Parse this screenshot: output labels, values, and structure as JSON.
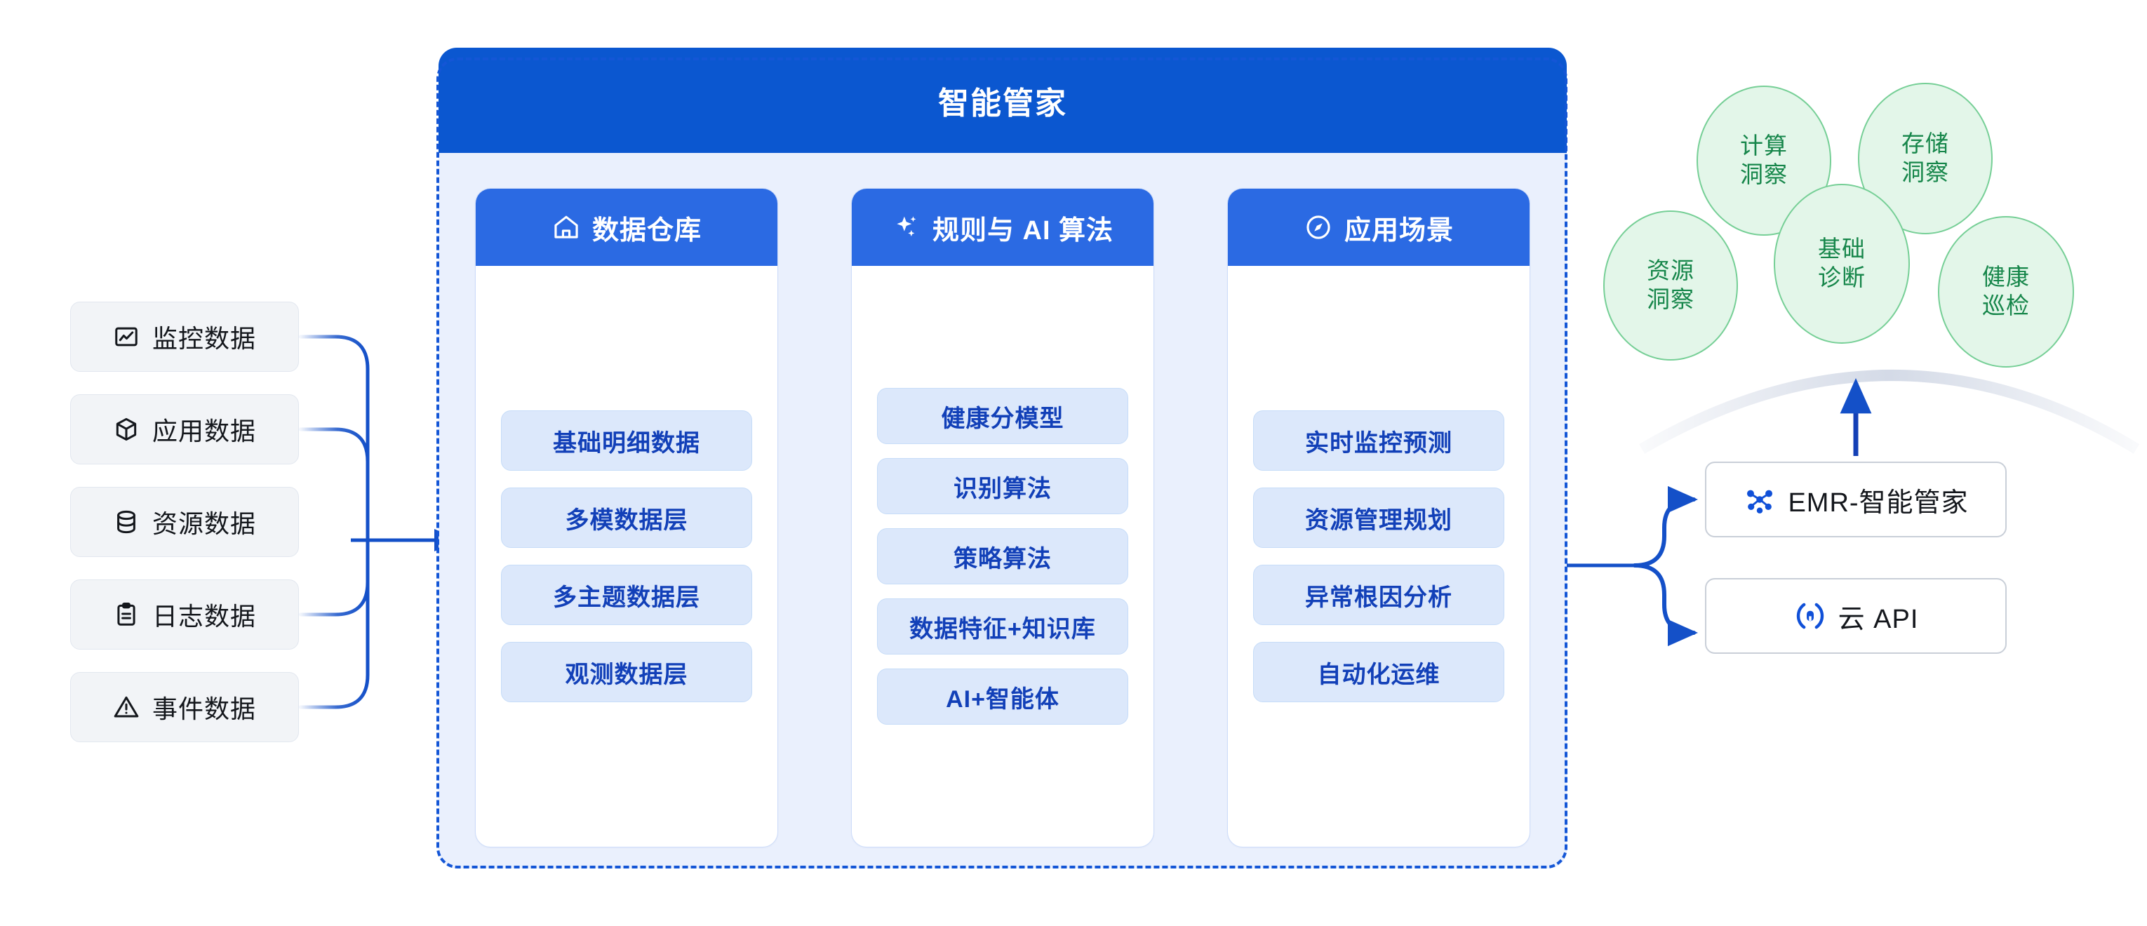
{
  "platform": {
    "title": "智能管家",
    "columns": [
      {
        "title": "数据仓库",
        "icon": "home-icon",
        "items": [
          "基础明细数据",
          "多模数据层",
          "多主题数据层",
          "观测数据层"
        ]
      },
      {
        "title": "规则与 AI 算法",
        "icon": "sparkle-icon",
        "items": [
          "健康分模型",
          "识别算法",
          "策略算法",
          "数据特征+知识库",
          "AI+智能体"
        ]
      },
      {
        "title": "应用场景",
        "icon": "compass-icon",
        "items": [
          "实时监控预测",
          "资源管理规划",
          "异常根因分析",
          "自动化运维"
        ]
      }
    ]
  },
  "sources": [
    {
      "label": "监控数据",
      "icon": "chart-box-icon"
    },
    {
      "label": "应用数据",
      "icon": "cube-icon"
    },
    {
      "label": "资源数据",
      "icon": "database-icon"
    },
    {
      "label": "日志数据",
      "icon": "clipboard-icon"
    },
    {
      "label": "事件数据",
      "icon": "warning-triangle-icon"
    }
  ],
  "insights": [
    {
      "line1": "计算",
      "line2": "洞察"
    },
    {
      "line1": "存储",
      "line2": "洞察"
    },
    {
      "line1": "资源",
      "line2": "洞察"
    },
    {
      "line1": "基础",
      "line2": "诊断"
    },
    {
      "line1": "健康",
      "line2": "巡检"
    }
  ],
  "outputs": [
    {
      "label": "EMR-智能管家",
      "icon": "cluster-nodes-icon"
    },
    {
      "label": "云 API",
      "icon": "api-badge-icon"
    }
  ],
  "colors": {
    "header_blue": "#0b57d0",
    "column_blue": "#2b6ae3",
    "platform_bg": "#eaf0fd",
    "pill_bg": "#dce8fb",
    "pill_text": "#1240b8",
    "wire_blue": "#1450c8",
    "green_fill": "#e3f6e9",
    "green_stroke": "#76cf96",
    "green_text": "#16864a",
    "chip_bg": "#f2f4f7"
  }
}
